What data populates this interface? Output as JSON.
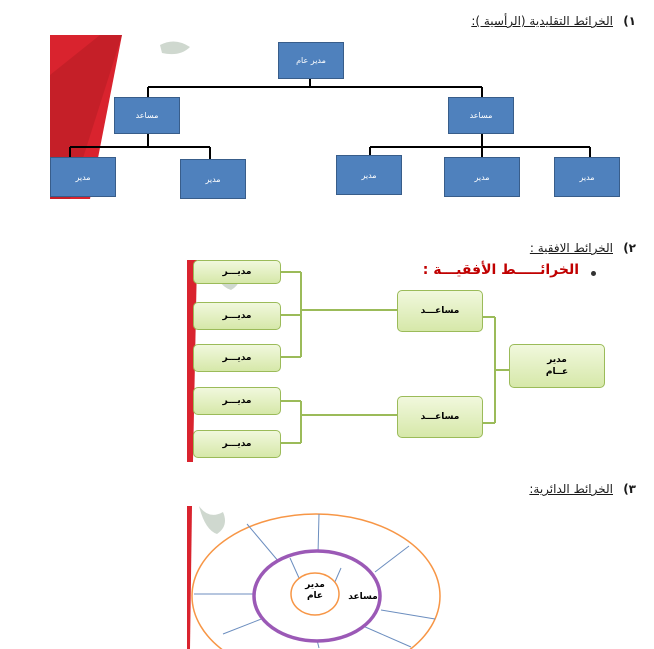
{
  "section1": {
    "number": "١)",
    "title": "الخرائط التقليدية (الرأسية ):"
  },
  "section2": {
    "number": "٢)",
    "title": "الخرائط الافقية :"
  },
  "section3": {
    "number": "٣)",
    "title": "الخرائط الدائرية:"
  },
  "vertical_chart": {
    "top": "مدير عام",
    "assistants": [
      "مساعد",
      "مساعد"
    ],
    "managers": [
      "مدير",
      "مدير",
      "مدير",
      "مدير",
      "مدير"
    ]
  },
  "horizontal_chart": {
    "title": "الخرائـــــط الأفقيـــة :",
    "top_line1": "مدير",
    "top_line2": "عــام",
    "assistants": [
      "مساعـــد",
      "مساعـــد"
    ],
    "managers": [
      "مديـــر",
      "مديـــر",
      "مديـــر",
      "مديـــر",
      "مديـــر"
    ]
  },
  "circular_chart": {
    "center_line1": "مدير",
    "center_line2": "عام",
    "ring_label": "مساعد"
  },
  "colors": {
    "blue_box": "#4f81bd",
    "green_box": "#d6e8a9",
    "green_line": "#9bbb59",
    "red_title": "#c00000",
    "orange_ring": "#f79646",
    "purple_ring": "#9b59b6"
  }
}
